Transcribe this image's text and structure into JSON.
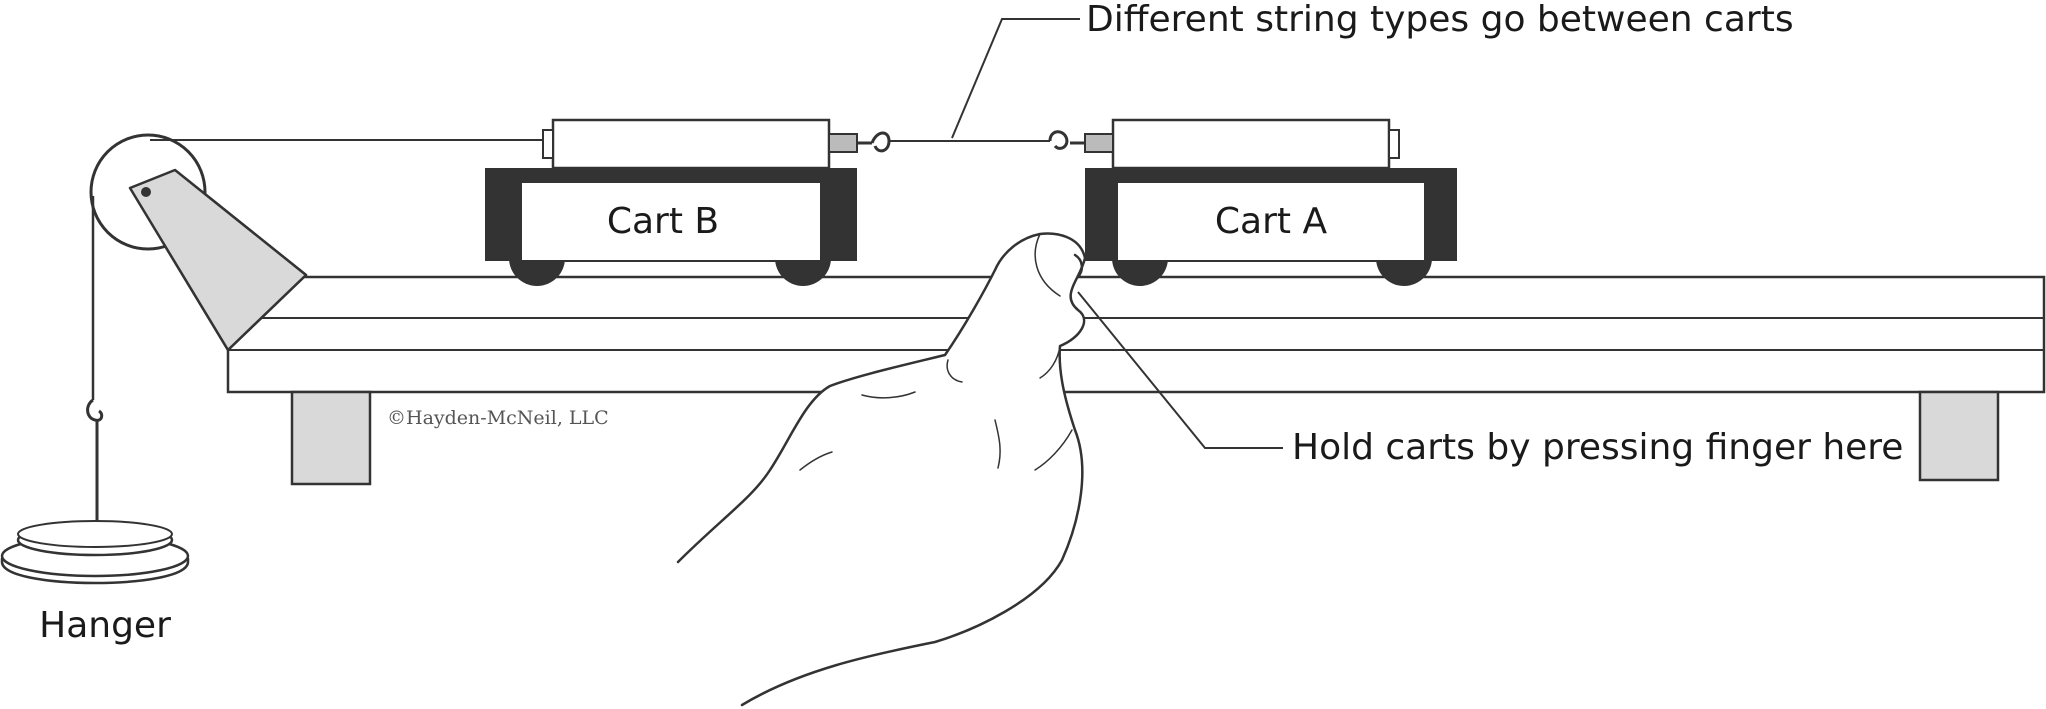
{
  "labels": {
    "string_callout": "Different string types go between carts",
    "finger_callout": "Hold carts by pressing finger here",
    "cart_b": "Cart B",
    "cart_a": "Cart A",
    "hanger": "Hanger",
    "copyright": "©Hayden-McNeil, LLC"
  },
  "colors": {
    "outline": "#333333",
    "cart_dark": "#3a3a3a",
    "light_fill": "#d9d9d9",
    "background": "#ffffff"
  }
}
